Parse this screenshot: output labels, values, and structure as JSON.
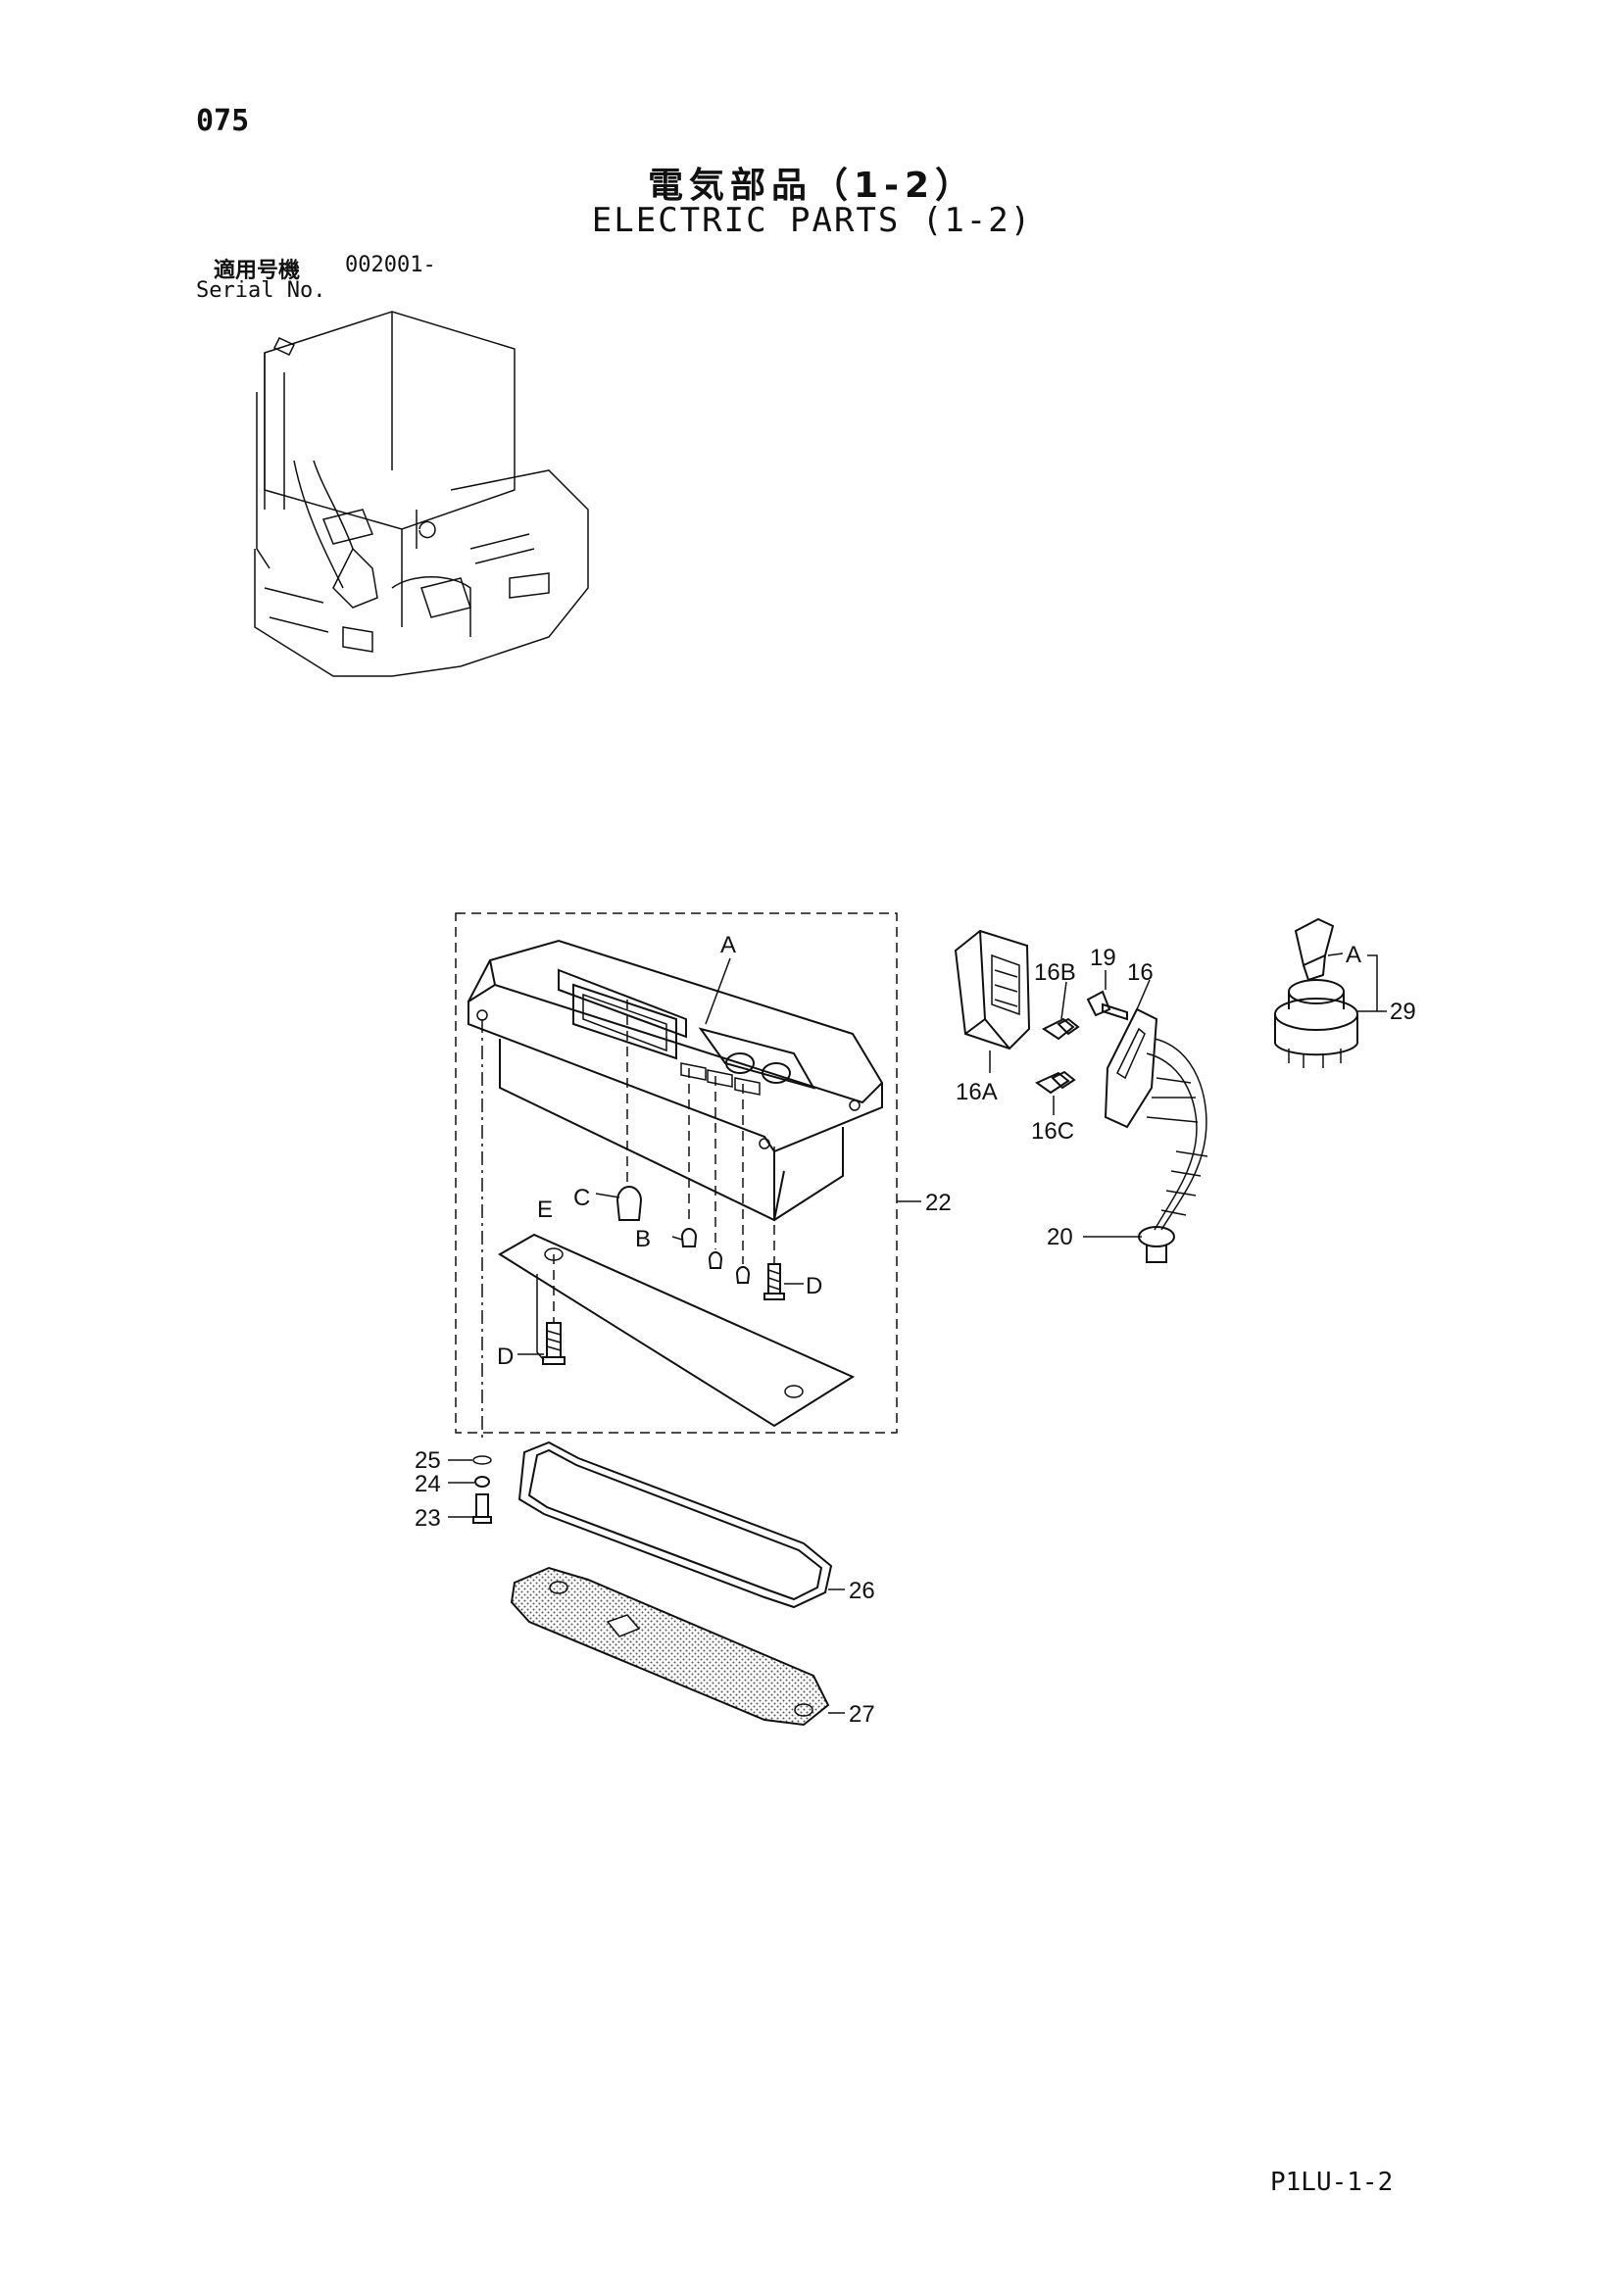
{
  "page_number": "075",
  "title_jp": "電気部品（1-2）",
  "title_en": "ELECTRIC PARTS (1-2)",
  "serial": {
    "label_jp": "適用号機",
    "value": "002001-",
    "label_en": "Serial No."
  },
  "footer_code": "P1LU-1-2",
  "callouts": {
    "a1": "A",
    "b": "B",
    "c": "C",
    "d1": "D",
    "d2": "D",
    "e": "E",
    "n22": "22",
    "n23": "23",
    "n24": "24",
    "n25": "25",
    "n26": "26",
    "n27": "27",
    "n16": "16",
    "n16a": "16A",
    "n16b": "16B",
    "n16c": "16C",
    "n19": "19",
    "n20": "20",
    "a2": "A",
    "n29": "29"
  }
}
